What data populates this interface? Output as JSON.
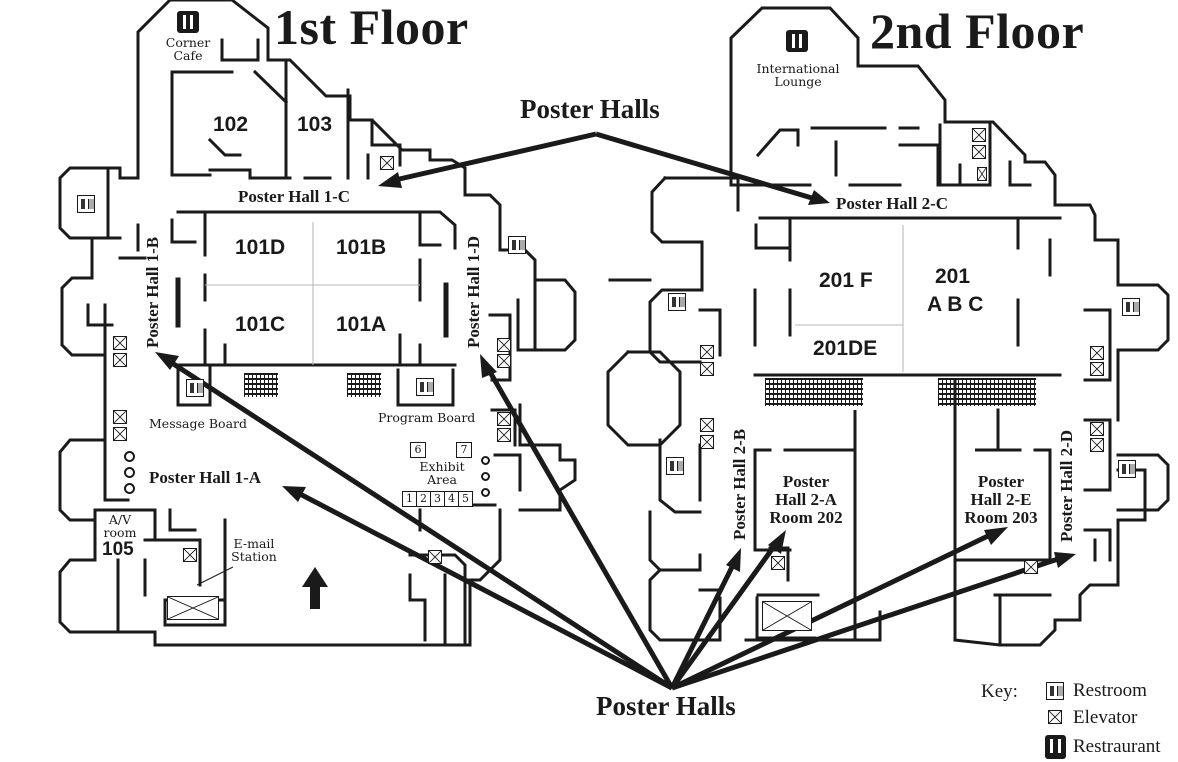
{
  "floors": [
    {
      "title": "1st Floor",
      "rooms": [
        "102",
        "103",
        "101D",
        "101B",
        "101C",
        "101A"
      ],
      "av_room": {
        "label": "A/V room",
        "number": "105"
      },
      "halls": [
        "Poster Hall 1-C",
        "Poster Hall 1-B",
        "Poster Hall 1-D",
        "Poster Hall 1-A"
      ],
      "amenities": {
        "cafe": "Corner Cafe",
        "message_board": "Message Board",
        "program_board": "Program Board",
        "email_station": "E-mail Station",
        "exhibit_area": "Exhibit Area"
      },
      "exhibit_booths": [
        "1",
        "2",
        "3",
        "4",
        "5",
        "6",
        "7"
      ]
    },
    {
      "title": "2nd Floor",
      "rooms": [
        "201 F",
        "201",
        "A B C",
        "201DE"
      ],
      "halls": [
        "Poster Hall 2-C",
        "Poster Hall 2-B",
        "Poster Hall 2-D"
      ],
      "room_blocks": [
        {
          "line1": "Poster",
          "line2": "Hall 2-A",
          "line3": "Room 202"
        },
        {
          "line1": "Poster",
          "line2": "Hall 2-E",
          "line3": "Room 203"
        }
      ],
      "amenities": {
        "lounge": "International Lounge"
      }
    }
  ],
  "callouts": {
    "top": "Poster Halls",
    "bottom": "Poster Halls"
  },
  "key": {
    "title": "Key:",
    "items": [
      {
        "icon": "restroom-icon",
        "label": "Restroom"
      },
      {
        "icon": "elevator-icon",
        "label": "Elevator"
      },
      {
        "icon": "restaurant-icon",
        "label": "Restraurant"
      }
    ]
  }
}
